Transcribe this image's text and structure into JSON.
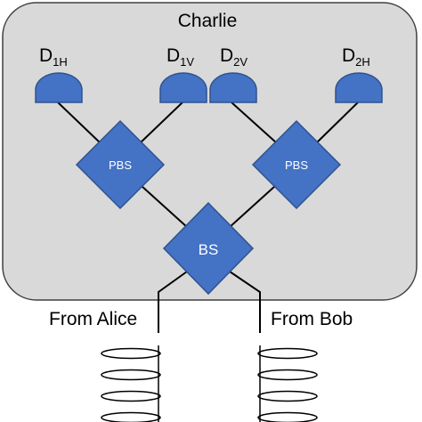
{
  "colors": {
    "box_fill": "#d9d9d9",
    "box_stroke": "#404040",
    "component_fill": "#4472c4",
    "component_stroke": "#2f528f",
    "line": "#000000",
    "text_on_component": "#ffffff"
  },
  "box": {
    "title": "Charlie"
  },
  "detectors": [
    {
      "base": "D",
      "sub": "1H"
    },
    {
      "base": "D",
      "sub": "1V"
    },
    {
      "base": "D",
      "sub": "2V"
    },
    {
      "base": "D",
      "sub": "2H"
    }
  ],
  "components": {
    "pbs_left": "PBS",
    "pbs_right": "PBS",
    "bs": "BS"
  },
  "inputs": {
    "alice": "From Alice",
    "bob": "From Bob"
  }
}
